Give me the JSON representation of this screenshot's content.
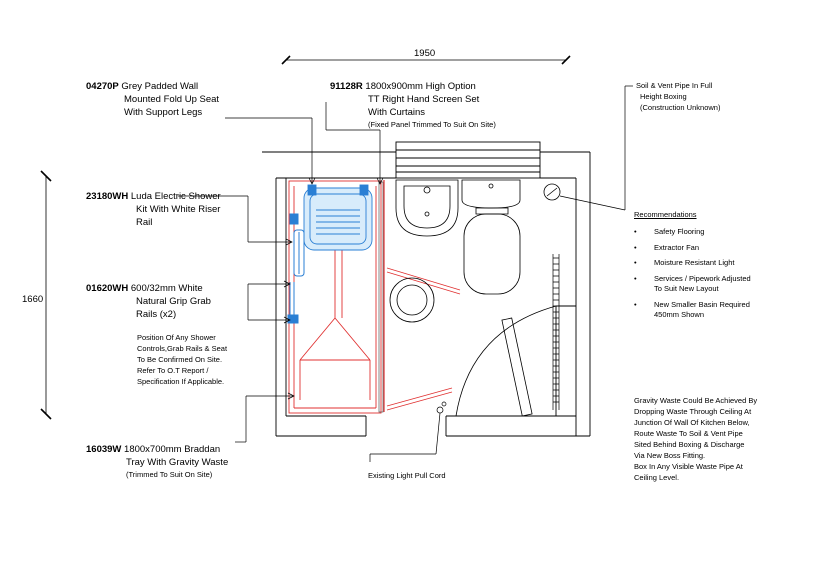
{
  "dimensions": {
    "width_label": "1950",
    "height_label": "1660"
  },
  "callouts": {
    "seat": {
      "code": "04270P",
      "lines": [
        "Grey Padded Wall",
        "Mounted Fold Up Seat",
        "With Support Legs"
      ]
    },
    "screen": {
      "code": "91128R",
      "lines": [
        "1800x900mm High Option",
        "TT Right Hand Screen Set",
        "With Curtains"
      ],
      "note": "(Fixed Panel Trimmed To Suit On Site)"
    },
    "shower": {
      "code": "23180WH",
      "lines": [
        "Luda Electric Shower",
        "Kit  With White Riser",
        "Rail"
      ]
    },
    "rails": {
      "code": "01620WH",
      "lines": [
        "600/32mm White",
        "Natural Grip Grab",
        "Rails (x2)"
      ]
    },
    "position_note": [
      "Position Of Any Shower",
      "Controls,Grab Rails & Seat",
      "To Be Confirmed On Site.",
      "Refer To O.T Report /",
      "Specification If Applicable."
    ],
    "tray": {
      "code": "16039W",
      "lines": [
        "1800x700mm Braddan",
        "Tray With Gravity Waste"
      ],
      "note": "(Trimmed To Suit On Site)"
    },
    "soil_pipe": [
      "Soil & Vent Pipe In Full",
      "Height Boxing",
      "(Construction Unknown)"
    ],
    "light_cord": "Existing Light Pull Cord"
  },
  "recommendations": {
    "title": "Recommendations",
    "items": [
      "Safety Flooring",
      "Extractor Fan",
      "Moisture Resistant Light",
      "Services / Pipework Adjusted\nTo Suit New Layout",
      "New Smaller Basin Required\n450mm Shown"
    ]
  },
  "gravity_note": [
    "Gravity Waste Could Be Achieved By",
    "Dropping Waste Through Ceiling At",
    "Junction Of Wall Of Kitchen Below,",
    "Route Waste To Soil & Vent Pipe",
    "Sited Behind Boxing & Discharge",
    "Via New Boss Fitting.",
    "Box In Any Visible Waste Pipe At",
    "Ceiling Level."
  ]
}
